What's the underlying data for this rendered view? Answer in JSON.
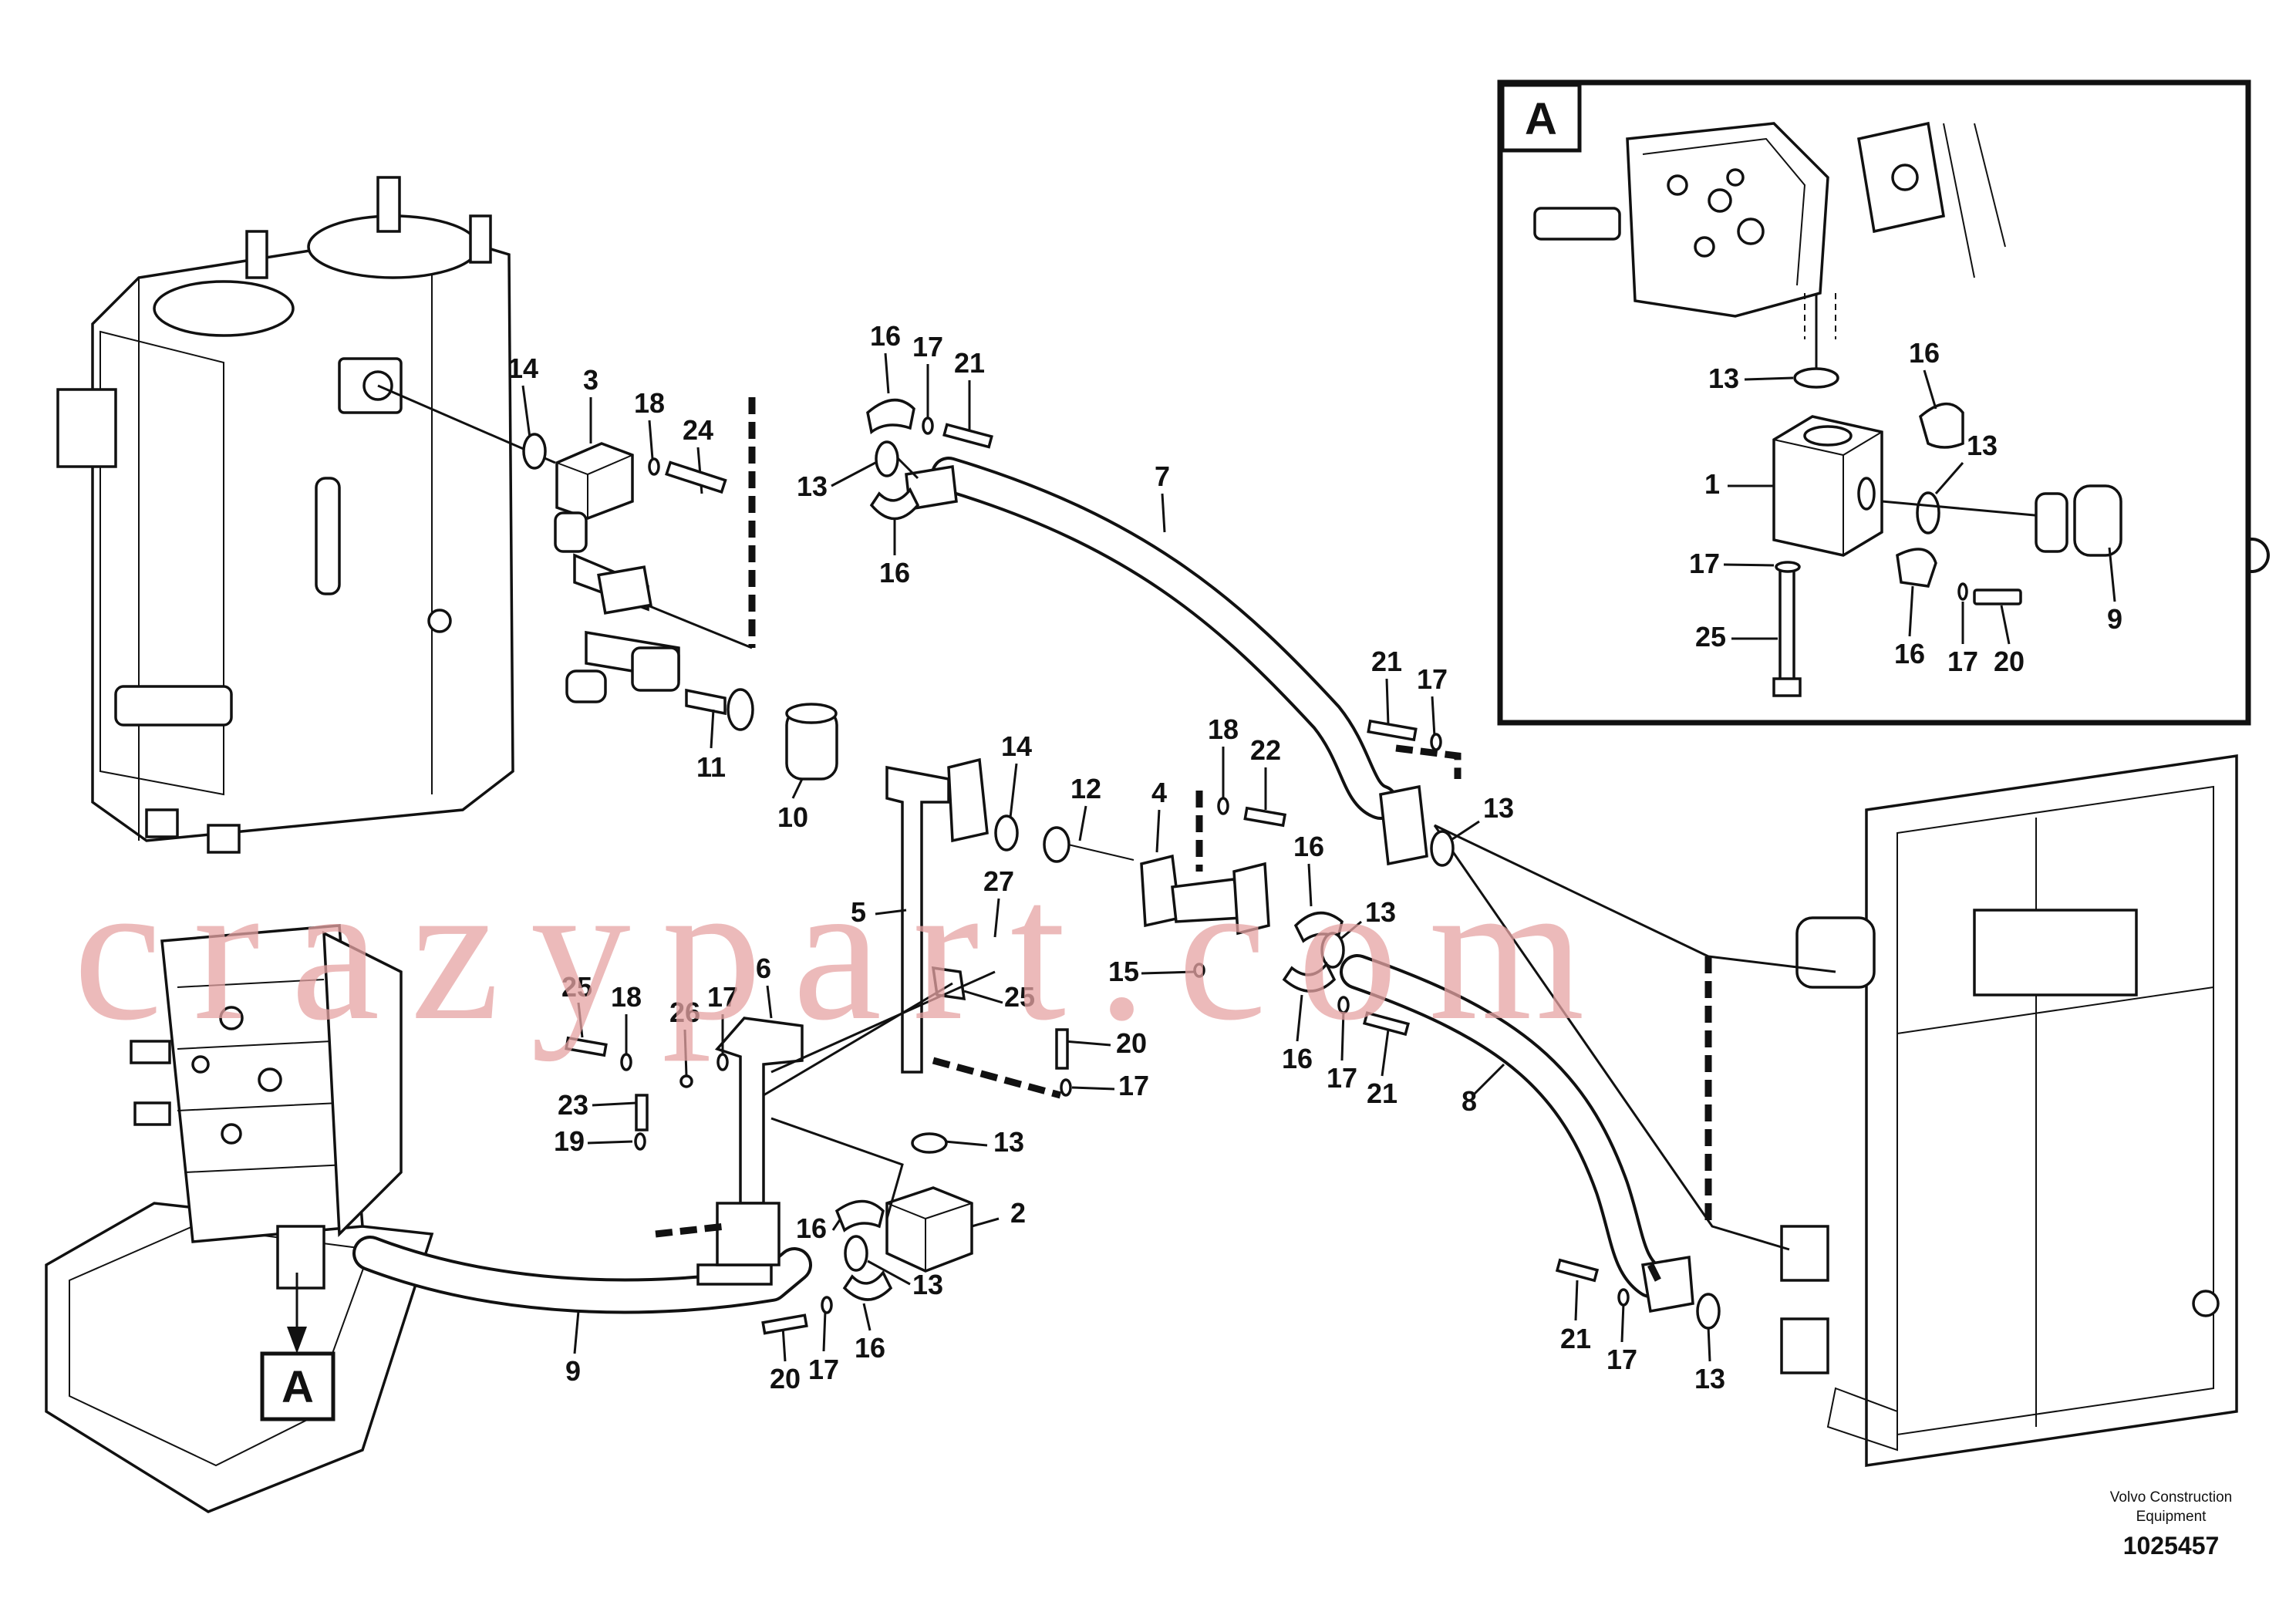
{
  "detail_view": {
    "badge": "A"
  },
  "main_view": {
    "badge": "A"
  },
  "labels": {
    "main": [
      "14",
      "3",
      "18",
      "24",
      "16",
      "17",
      "21",
      "13",
      "16",
      "7",
      "11",
      "10",
      "14",
      "12",
      "4",
      "18",
      "22",
      "16",
      "13",
      "15",
      "16",
      "17",
      "21",
      "21",
      "17",
      "13",
      "5",
      "27",
      "6",
      "25",
      "18",
      "26",
      "17",
      "25",
      "20",
      "17",
      "13",
      "23",
      "19",
      "16",
      "2",
      "13",
      "20",
      "17",
      "16",
      "9",
      "8",
      "21",
      "17",
      "13"
    ],
    "detail": [
      "13",
      "16",
      "13",
      "1",
      "17",
      "25",
      "16",
      "17",
      "20",
      "9"
    ]
  },
  "watermark": "crazypart.com",
  "footer": {
    "line1": "Volvo Construction",
    "line2": "Equipment",
    "drawing_number": "1025457"
  }
}
